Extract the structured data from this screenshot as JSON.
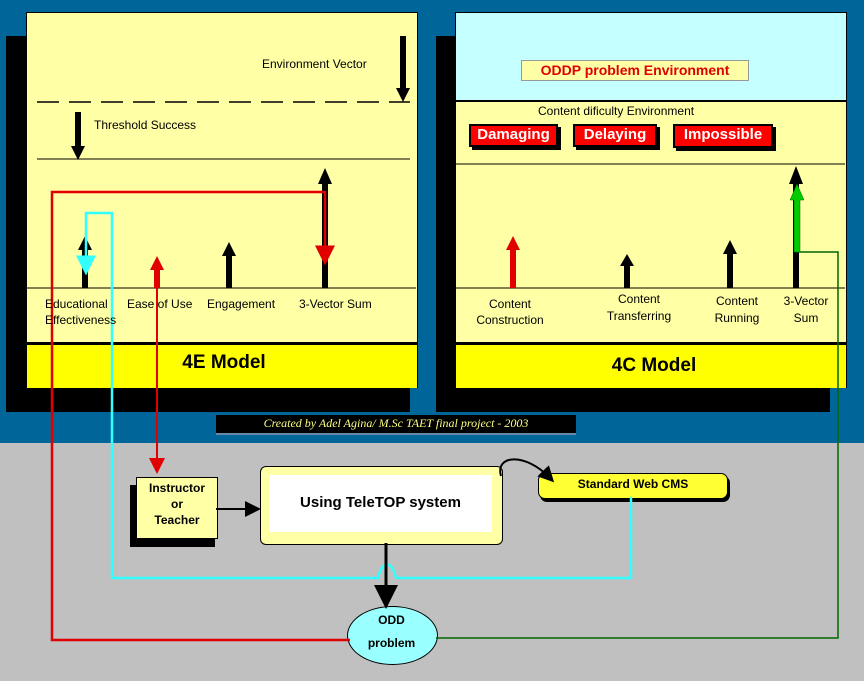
{
  "colors": {
    "blue_bg": "#006699",
    "grey_bg": "#c0c0c0",
    "panel_yellow": "#ffffa6",
    "band_yellow": "#ffff00",
    "header_cyan": "#c6ffff",
    "red_line": "#e00000",
    "cyan_line": "#33ffff",
    "green_line": "#006600"
  },
  "four_e": {
    "env_vector": "Environment Vector",
    "threshold": "Threshold Success",
    "labels": [
      "Educational",
      "Effectiveness",
      "Ease of Use",
      "Engagement",
      "3-Vector Sum"
    ],
    "model_title": "4E Model"
  },
  "four_c": {
    "header": "ODDP problem Environment",
    "difficulty_caption": "Content dificulty Environment",
    "difficulties": [
      "Damaging",
      "Delaying",
      "Impossible"
    ],
    "labels": [
      [
        "Content",
        "Construction"
      ],
      [
        "Content",
        "Transferring"
      ],
      [
        "Content",
        "Running"
      ],
      [
        "3-Vector",
        "Sum"
      ]
    ],
    "model_title": "4C Model"
  },
  "credit": "Created by Adel Agina/ M.Sc TAET final project - 2003",
  "bottom": {
    "instructor": [
      "Instructor",
      "or",
      "Teacher"
    ],
    "system": "Using TeleTOP system",
    "cms": "Standard Web CMS",
    "problem": [
      "ODD",
      "problem"
    ]
  }
}
